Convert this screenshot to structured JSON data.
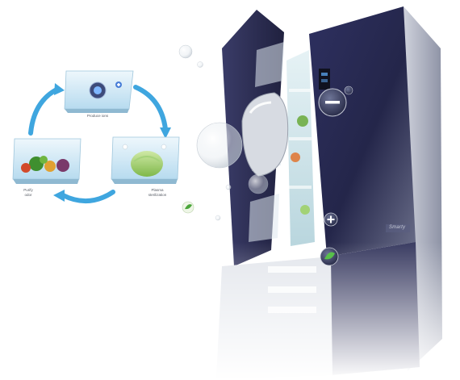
{
  "scene": {
    "cycle": {
      "labels": {
        "top": "Produce ions",
        "left": "Purify\nodor",
        "right": "Plasma\nsterilization"
      },
      "arrow_color": "#3fa6df",
      "panel_color": "#cfe7f4"
    },
    "fridge": {
      "body_color": "#2b2d52",
      "brand_badge": "Smarty"
    },
    "ion_badges": {
      "minus_icon": "minus-icon",
      "plus_icon": "plus-icon"
    }
  }
}
